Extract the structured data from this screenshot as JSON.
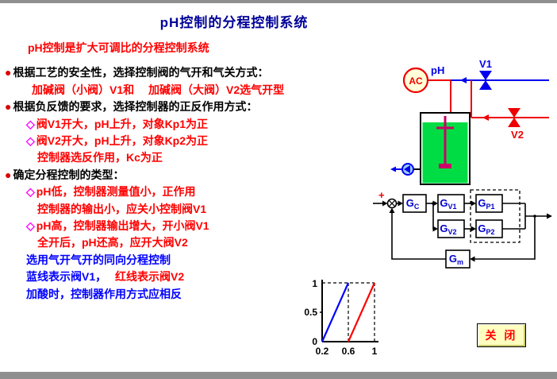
{
  "title": "pH控制的分程控制系统",
  "content_lines": [
    {
      "kind": "intro",
      "segments": [
        {
          "text": "pH控制是扩大可调比的分程控制系统",
          "color": "#ff0000"
        }
      ]
    },
    {
      "kind": "bullet",
      "marker": "●",
      "marker_color": "#dd0000",
      "segments": [
        {
          "text": "根据工艺的安全性，选择控制阀的气开和气关方式：",
          "color": "#000000"
        }
      ]
    },
    {
      "kind": "indent1",
      "segments": [
        {
          "text": "加碱阀（小阀）V1和　 加碱阀（大阀）V2选气开型",
          "color": "#ff0000"
        }
      ]
    },
    {
      "kind": "bullet",
      "marker": "●",
      "marker_color": "#dd0000",
      "segments": [
        {
          "text": "根据负反馈的要求，选择控制器的正反作用方式：",
          "color": "#000000"
        }
      ]
    },
    {
      "kind": "diamond",
      "marker": "◇",
      "marker_color": "#ff00ff",
      "segments": [
        {
          "text": "阀V1开大，pH上升，对象Kp1为正",
          "color": "#ff0000"
        }
      ]
    },
    {
      "kind": "diamond",
      "marker": "◇",
      "marker_color": "#ff00ff",
      "segments": [
        {
          "text": "阀V2开大，pH上升，对象Kp2为正",
          "color": "#ff0000"
        }
      ]
    },
    {
      "kind": "cont",
      "segments": [
        {
          "text": "控制器选反作用，Kc为正",
          "color": "#ff0000"
        }
      ]
    },
    {
      "kind": "bullet",
      "marker": "●",
      "marker_color": "#dd0000",
      "segments": [
        {
          "text": "确定分程控制的类型：",
          "color": "#000000"
        }
      ]
    },
    {
      "kind": "diamond",
      "marker": "◇",
      "marker_color": "#ff00ff",
      "segments": [
        {
          "text": "pH低，控制器测量值小，正作用",
          "color": "#ff0000"
        }
      ]
    },
    {
      "kind": "cont",
      "segments": [
        {
          "text": "控制器的输出小，应关小控制阀V1",
          "color": "#ff0000"
        }
      ]
    },
    {
      "kind": "diamond",
      "marker": "◇",
      "marker_color": "#ff00ff",
      "segments": [
        {
          "text": "pH高，控制器输出增大，开小阀V1",
          "color": "#ff0000"
        }
      ]
    },
    {
      "kind": "cont",
      "segments": [
        {
          "text": "全开后，pH还高，应开大阀V2",
          "color": "#ff0000"
        }
      ]
    },
    {
      "kind": "note",
      "segments": [
        {
          "text": "选用气开气开的同向分程控制",
          "color": "#0000ff"
        }
      ]
    },
    {
      "kind": "note",
      "segments": [
        {
          "text": "蓝线表示阀V1，　 ",
          "color": "#0000ff"
        },
        {
          "text": "红线表示阀V2",
          "color": "#ff0000"
        }
      ]
    },
    {
      "kind": "note",
      "segments": [
        {
          "text": "加酸时，控制器作用方式应相反",
          "color": "#0000ff"
        }
      ]
    }
  ],
  "process_diagram": {
    "controller_label": "AC",
    "ph_label": "pH",
    "valve1_label": "V1",
    "valve2_label": "V2"
  },
  "block_diagram": {
    "plus_sign": "+",
    "blocks": {
      "gc": {
        "main": "G",
        "sub": "C"
      },
      "gv1": {
        "main": "G",
        "sub": "V1"
      },
      "gv2": {
        "main": "G",
        "sub": "V2"
      },
      "gp1": {
        "main": "G",
        "sub": "P1"
      },
      "gp2": {
        "main": "G",
        "sub": "P2"
      },
      "gm": {
        "main": "G",
        "sub": "m"
      }
    }
  },
  "chart_data": {
    "type": "line",
    "title": "",
    "xlabel": "",
    "ylabel": "",
    "xlim": [
      0.2,
      1
    ],
    "ylim": [
      0,
      1
    ],
    "x_ticks": [
      "0.2",
      "0.6",
      "1"
    ],
    "y_ticks": [
      "0",
      "0.5",
      "1"
    ],
    "series": [
      {
        "name": "阀V1",
        "color": "#0000ff",
        "points": [
          [
            0.2,
            0
          ],
          [
            0.6,
            1
          ]
        ]
      },
      {
        "name": "阀V2",
        "color": "#ff0000",
        "points": [
          [
            0.6,
            0
          ],
          [
            1,
            1
          ]
        ]
      }
    ],
    "guides": "dashed lines at x=0.6, x=1 and y=1"
  },
  "close_button": {
    "label": "关 闭"
  }
}
